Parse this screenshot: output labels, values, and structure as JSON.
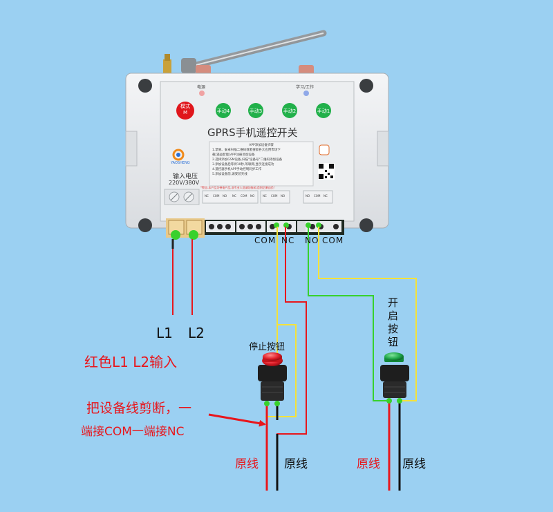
{
  "device": {
    "title": "GPRS手机遥控开关",
    "power_led_label": "电源",
    "learn_led_label": "学习/工作",
    "mode_button": {
      "line1": "模式",
      "line2": "M"
    },
    "manual_buttons": [
      "手动4",
      "手动3",
      "手动2",
      "手动1"
    ],
    "brand": "YAOSHENG",
    "input_voltage_label": "输入电压",
    "input_voltage_value": "220V/380V",
    "instructions_title": "APP添加设备步骤",
    "instructions": [
      "1.苹果、安卓扫描二维码或者搜索各大应用市场下",
      "  载[遥益智能]APP注册添加设备",
      "2.选择添加GSM设备,扫描\"设备号\"二维码添加设备",
      "3.添加设备后等待10秒,等联网,显示连接成功",
      "4.遥控器手机APP手动控制同步工作",
      "5.添加设备前,请安装天线"
    ],
    "warning": "*警告:本产品为带电产品,非专业人员请勿拆卸,否则后果自负!",
    "terminal_labels": [
      "NC",
      "COM",
      "NO",
      "NC",
      "COM",
      "NO",
      "NC",
      "COM",
      "NO",
      "NO",
      "COM",
      "NC"
    ]
  },
  "labels": {
    "com_left": "COM",
    "nc_left": "NC",
    "no_right": "NO",
    "com_right": "COM",
    "l1": "L1",
    "l2": "L2",
    "red_input": "红色L1  L2输入",
    "stop_button": "停止按钮",
    "start_button": "开启按钮",
    "cut_line1": "把设备线剪断，一",
    "cut_line2": "端接COM一端接NC",
    "orig_wire_1": "原线",
    "orig_wire_2": "原线",
    "orig_wire_3": "原线",
    "orig_wire_4": "原线"
  },
  "colors": {
    "background": "#9bd0f2",
    "red_text": "#e8161c",
    "wire_red": "#e8161c",
    "wire_yellow": "#f5e23a",
    "wire_green": "#38d12c",
    "led_green": "#21b04a",
    "mode_red": "#e0161c"
  },
  "icons": [
    "antenna-icon",
    "qr-code-icon",
    "brand-logo-icon",
    "screw-terminal-icon",
    "push-button-icon",
    "arrow-icon"
  ]
}
